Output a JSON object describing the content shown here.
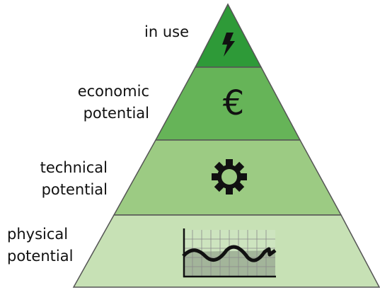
{
  "levels": [
    {
      "key": "in_use",
      "lines": [
        "in use"
      ],
      "icon": "lightning-bolt-icon",
      "fill": "#2e9a38"
    },
    {
      "key": "economic",
      "lines": [
        "economic",
        "potential"
      ],
      "icon": "euro-icon",
      "fill": "#66b458"
    },
    {
      "key": "technical",
      "lines": [
        "technical",
        "potential"
      ],
      "icon": "gear-icon",
      "fill": "#9ccb83"
    },
    {
      "key": "physical",
      "lines": [
        "physical",
        "potential"
      ],
      "icon": "wave-chart-icon",
      "fill": "#c7e1b5"
    }
  ],
  "stroke_color": "#555555",
  "icons": {
    "euro_symbol": "€"
  }
}
